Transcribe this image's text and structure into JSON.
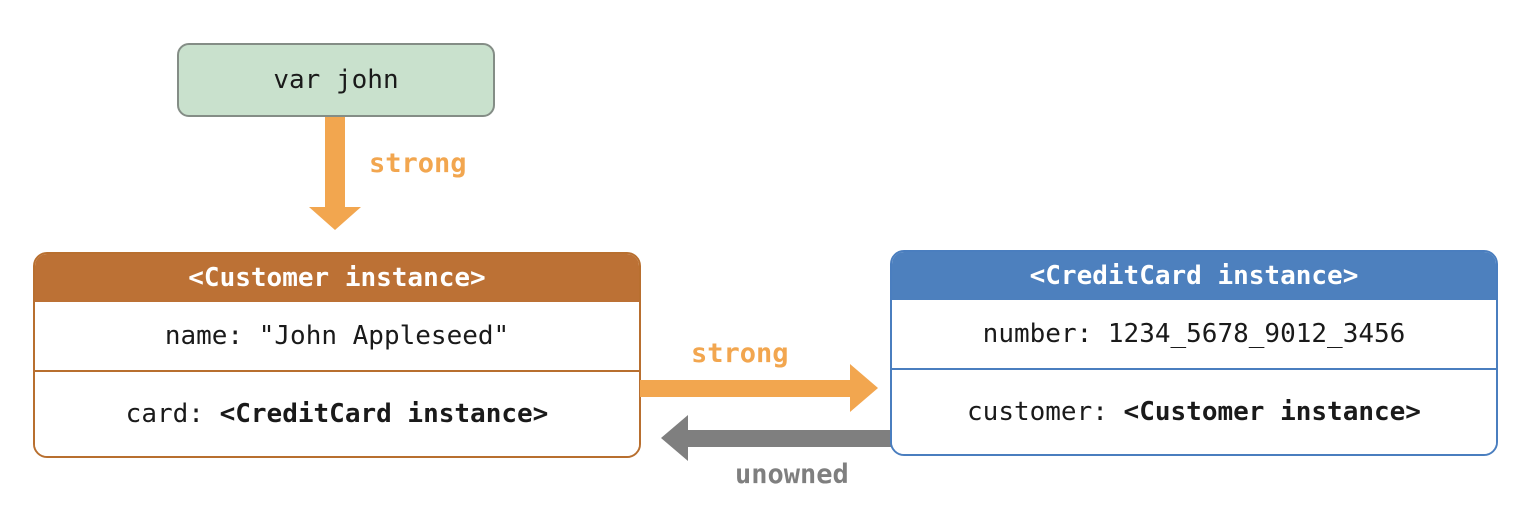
{
  "colors": {
    "green_fill": "#c9e1cd",
    "green_border": "#848d86",
    "orange_header": "#bc7135",
    "orange_border": "#b86f2f",
    "blue_header": "#4d80be",
    "blue_border": "#4a7ebf",
    "arrow_orange": "#f2a64f",
    "arrow_gray": "#7f7f7f",
    "text_dark": "#1a1a1a",
    "header_text": "#ffffff",
    "background": "#ffffff"
  },
  "diagram": {
    "var_box": {
      "label": "var john"
    },
    "arrows": {
      "var_to_customer": {
        "label": "strong",
        "direction": "down"
      },
      "customer_to_creditcard": {
        "label": "strong",
        "direction": "right"
      },
      "creditcard_to_customer": {
        "label": "unowned",
        "direction": "left"
      }
    },
    "customer_box": {
      "header": "<Customer instance>",
      "rows": [
        {
          "label": "name:",
          "value": "\"John Appleseed\""
        },
        {
          "label": "card:",
          "value": "<CreditCard instance>"
        }
      ]
    },
    "creditcard_box": {
      "header": "<CreditCard instance>",
      "rows": [
        {
          "label": "number:",
          "value": "1234_5678_9012_3456"
        },
        {
          "label": "customer:",
          "value": "<Customer instance>"
        }
      ]
    }
  }
}
